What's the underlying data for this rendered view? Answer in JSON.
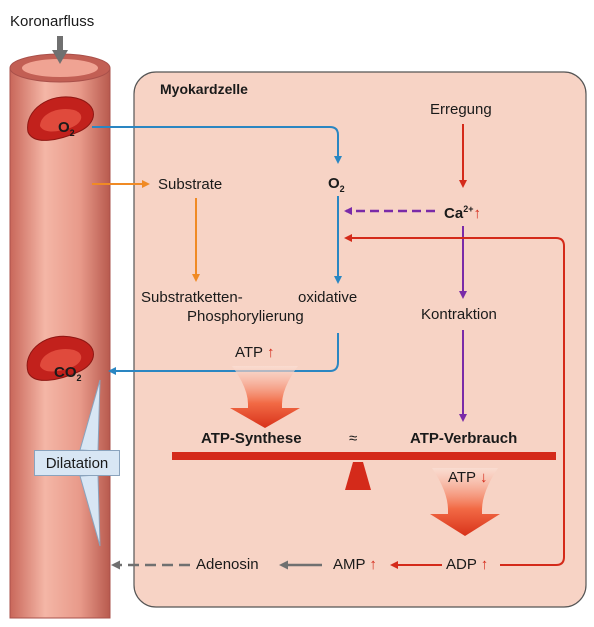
{
  "labels": {
    "coronary_flow": "Koronarfluss",
    "cell": "Myokardzelle",
    "excitation": "Erregung",
    "o2_vessel": "O",
    "o2_vessel_sub": "2",
    "o2_cell": "O",
    "o2_cell_sub": "2",
    "substrates": "Substrate",
    "ca": "Ca",
    "ca_sup": "2+",
    "substrate_phos": "Substratketten-",
    "oxidative": "oxidative",
    "phosphorylation": "Phosphorylierung",
    "contraction": "Kontraktion",
    "co2": "CO",
    "co2_sub": "2",
    "atp_up": "ATP",
    "atp_synthesis": "ATP-Synthese",
    "approx": "≈",
    "atp_consumption": "ATP-Verbrauch",
    "dilatation": "Dilatation",
    "atp_down": "ATP",
    "adenosine": "Adenosin",
    "amp": "AMP",
    "adp": "ADP"
  },
  "indicators": {
    "up": "↑",
    "down": "↓"
  },
  "colors": {
    "cell_fill": "#f7d3c5",
    "cell_border": "#555555",
    "vessel": "#d98a7a",
    "o2_arrow": "#2a86c2",
    "substrate_arrow": "#f08a24",
    "ca_arrow": "#7a2aa8",
    "energy_arrow": "#d42a1a",
    "adenosine_arrow": "#707070"
  }
}
